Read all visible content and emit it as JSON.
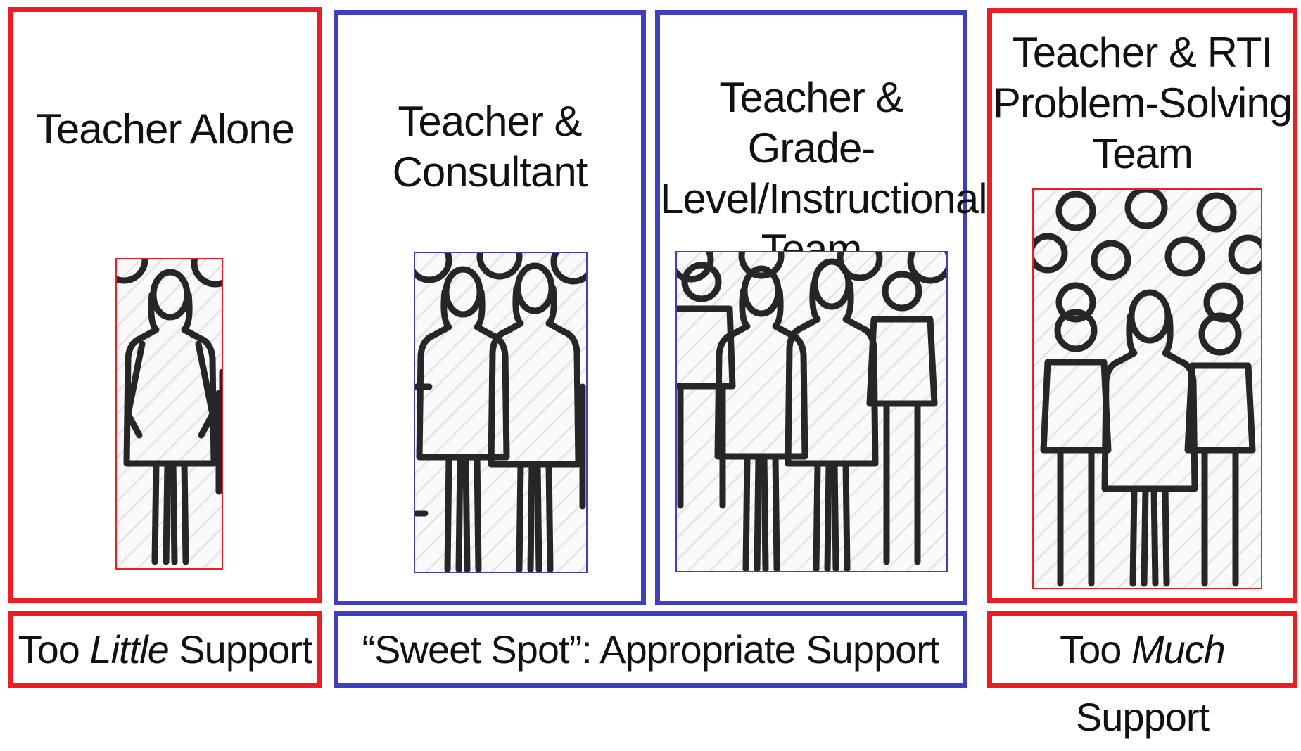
{
  "panels": [
    {
      "title_lines": [
        "Teacher Alone"
      ],
      "color": "#ee1c24"
    },
    {
      "title_lines": [
        "Teacher &",
        "Consultant"
      ],
      "color": "#3f3fbf"
    },
    {
      "title_lines": [
        "Teacher & Grade-",
        "Level/Instructional",
        "Team"
      ],
      "color": "#3f3fbf"
    },
    {
      "title_lines": [
        "Teacher & RTI",
        "Problem-Solving",
        "Team"
      ],
      "color": "#ee1c24"
    }
  ],
  "labels": {
    "too_little": {
      "pre": "Too ",
      "em": "Little",
      "post": " Support"
    },
    "sweet_spot": "“Sweet Spot”: Appropriate Support",
    "too_much": {
      "pre": "Too ",
      "em": "Much",
      "post": " Support"
    }
  },
  "colors": {
    "too_support": "#ee1c24",
    "appropriate": "#3f3fbf",
    "figure_stroke": "#262626"
  },
  "icons": [
    "people-group-icon"
  ]
}
